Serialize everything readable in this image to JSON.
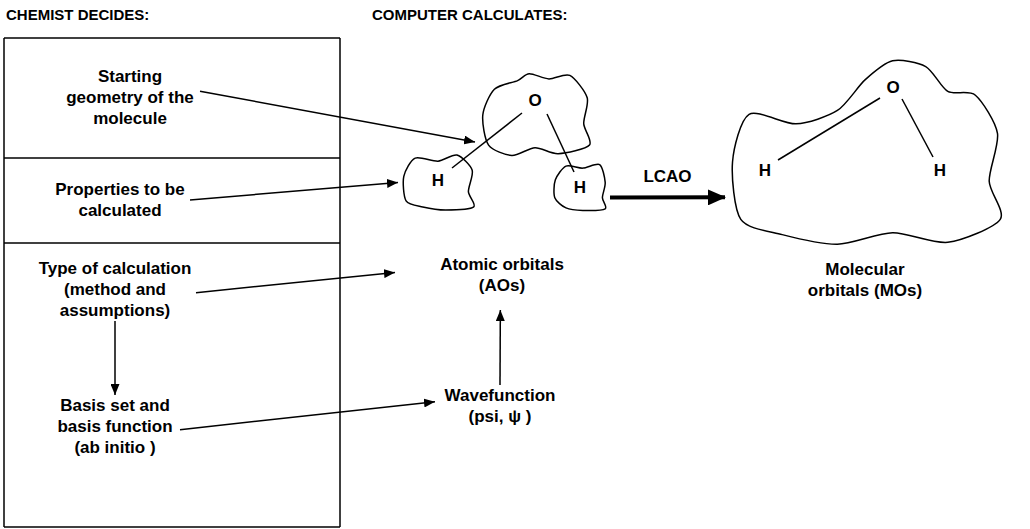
{
  "diagram": {
    "nodes": [
      {
        "text": [
          "Starting geometry of the molecule"
        ]
      },
      {
        "text": [
          "Properties to be calculated"
        ]
      },
      {
        "text": [
          "Type of calculation (method and assumptions)"
        ]
      },
      {
        "text": [
          "Basis set and basis function (ab initio )"
        ]
      },
      {
        "text": [
          "Atomic orbitals (AOs)"
        ]
      },
      {
        "text": [
          "O"
        ],
        "in": 4
      },
      {
        "text": [
          "H"
        ],
        "in": 4
      },
      {
        "text": [
          "H"
        ],
        "in": 4
      },
      {
        "text": [
          "Wavefunction (psi, ψ )"
        ]
      },
      {
        "text": [
          "O",
          "H",
          "H",
          "Molecular orbitals (MOs)"
        ]
      }
    ],
    "edges": [
      {
        "from": 0,
        "to": 5,
        "arrow": "to"
      },
      {
        "from": 1,
        "to": 6,
        "arrow": "to"
      },
      {
        "from": 2,
        "to": 4,
        "arrow": "to"
      },
      {
        "from": 2,
        "to": 3,
        "arrow": "to"
      },
      {
        "from": 3,
        "to": 8,
        "arrow": "to"
      },
      {
        "from": 8,
        "to": 4,
        "arrow": "to"
      },
      {
        "from": 4,
        "to": 9,
        "arrow": "to",
        "label": "LCAO"
      }
    ],
    "labels": [
      "CHEMIST DECIDES:",
      "COMPUTER CALCULATES:"
    ]
  }
}
